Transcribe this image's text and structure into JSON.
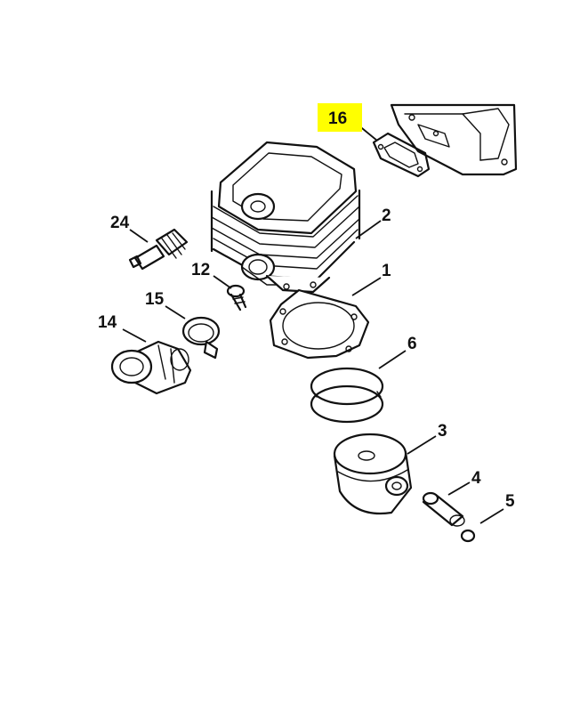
{
  "callouts": {
    "p16": "16",
    "p2": "2",
    "p24": "24",
    "p12": "12",
    "p1": "1",
    "p15": "15",
    "p14": "14",
    "p6": "6",
    "p3": "3",
    "p4": "4",
    "p5": "5"
  },
  "colors": {
    "highlight": "#ffff00",
    "ink": "#111111",
    "background": "#ffffff"
  }
}
